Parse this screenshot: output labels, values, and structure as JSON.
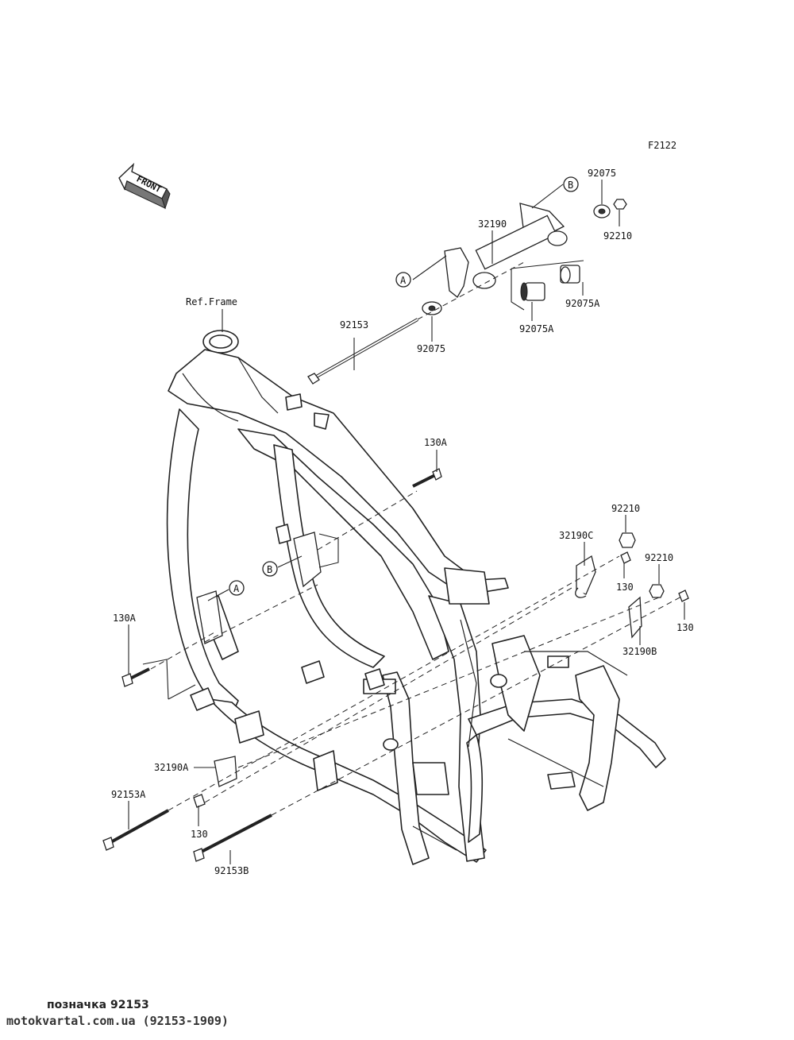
{
  "diagram": {
    "figure_code": "F2122",
    "front_label": "FRONT",
    "ref_label": "Ref.Frame",
    "circle_labels": {
      "a_top": "A",
      "b_top": "B",
      "a_left": "A",
      "b_left": "B"
    },
    "part_labels": {
      "p92075_top": "92075",
      "p92210_top": "92210",
      "p32190": "32190",
      "p92075a_right": "92075A",
      "p92075a_mid": "92075A",
      "p92075_low": "92075",
      "p92153": "92153",
      "p130a_top": "130A",
      "p92210_r1": "92210",
      "p32190c": "32190C",
      "p130_r1": "130",
      "p92210_r2": "92210",
      "p130_r2": "130",
      "p32190b": "32190B",
      "p130a_left": "130A",
      "p32190a": "32190A",
      "p92153a": "92153A",
      "p130_low": "130",
      "p92153b": "92153B"
    }
  },
  "footer": {
    "caption": "позначка 92153",
    "source": "motokvartal.com.ua (92153-1909)"
  }
}
